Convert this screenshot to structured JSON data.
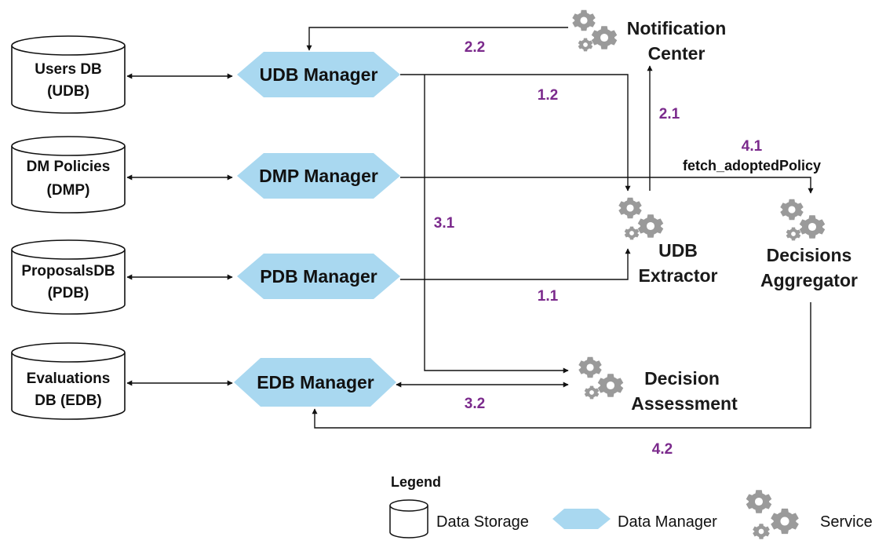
{
  "colors": {
    "manager_fill": "#a9d8f0",
    "step_label": "#7b2a8c",
    "gear": "#9a9a9a"
  },
  "databases": [
    {
      "line1": "Users DB",
      "line2": "(UDB)"
    },
    {
      "line1": "DM Policies",
      "line2": "(DMP)"
    },
    {
      "line1": "ProposalsDB",
      "line2": "(PDB)"
    },
    {
      "line1": "Evaluations",
      "line2": "DB (EDB)"
    }
  ],
  "managers": [
    {
      "label": "UDB Manager"
    },
    {
      "label": "DMP Manager"
    },
    {
      "label": "PDB Manager"
    },
    {
      "label": "EDB Manager"
    }
  ],
  "services": {
    "notification_center": {
      "line1": "Notification",
      "line2": "Center"
    },
    "udb_extractor": {
      "line1": "UDB",
      "line2": "Extractor"
    },
    "decisions_aggregator": {
      "line1": "Decisions",
      "line2": "Aggregator"
    },
    "decision_assessment": {
      "line1": "Decision",
      "line2": "Assessment"
    }
  },
  "steps": {
    "s1_1": "1.1",
    "s1_2": "1.2",
    "s2_1": "2.1",
    "s2_2": "2.2",
    "s3_1": "3.1",
    "s3_2": "3.2",
    "s4_1": "4.1",
    "s4_2": "4.2"
  },
  "call_label": "fetch_adoptedPolicy",
  "legend": {
    "title": "Legend",
    "storage": "Data Storage",
    "manager": "Data Manager",
    "service": "Service"
  }
}
